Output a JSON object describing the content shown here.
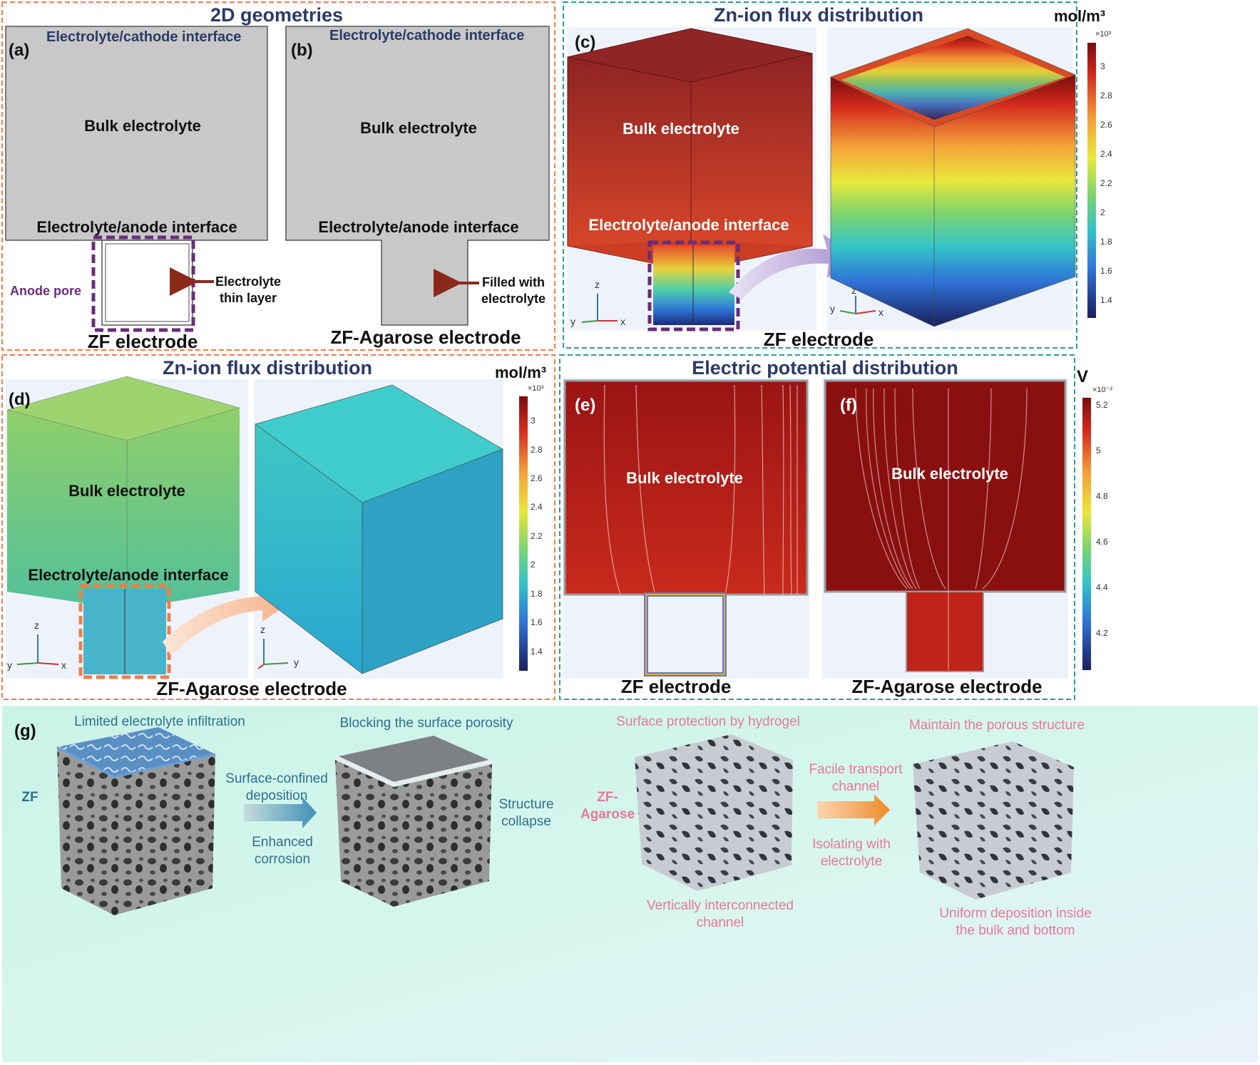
{
  "panel_ab": {
    "title": "2D geometries",
    "a": {
      "label": "(a)",
      "top_interface": "Electrolyte/cathode interface",
      "bulk": "Bulk electrolyte",
      "bottom_interface": "Electrolyte/anode interface",
      "pore_label": "Anode pore",
      "arrow_label_line1": "Electrolyte",
      "arrow_label_line2": "thin layer",
      "caption": "ZF electrode"
    },
    "b": {
      "label": "(b)",
      "top_interface": "Electrolyte/cathode interface",
      "bulk": "Bulk electrolyte",
      "bottom_interface": "Electrolyte/anode interface",
      "arrow_label_line1": "Filled with",
      "arrow_label_line2": "electrolyte",
      "caption": "ZF-Agarose electrode"
    }
  },
  "panel_c": {
    "title": "Zn-ion flux distribution",
    "label": "(c)",
    "bulk": "Bulk electrolyte",
    "interface": "Electrolyte/anode interface",
    "caption": "ZF electrode",
    "unit": "mol/m³",
    "scale_exp": "×10³",
    "ticks": [
      "3",
      "2.8",
      "2.6",
      "2.4",
      "2.2",
      "2",
      "1.8",
      "1.6",
      "1.4"
    ],
    "axes_a": [
      "z",
      "y",
      "x"
    ],
    "axes_b": [
      "z",
      "y",
      "x"
    ]
  },
  "panel_d": {
    "title": "Zn-ion flux distribution",
    "label": "(d)",
    "bulk": "Bulk electrolyte",
    "interface": "Electrolyte/anode interface",
    "caption": "ZF-Agarose electrode",
    "unit": "mol/m³",
    "scale_exp": "×10³",
    "ticks": [
      "3",
      "2.8",
      "2.6",
      "2.4",
      "2.2",
      "2",
      "1.8",
      "1.6",
      "1.4"
    ],
    "axes_a": [
      "z",
      "y",
      "x"
    ],
    "axes_b": [
      "z",
      "y"
    ]
  },
  "panel_ef": {
    "title": "Electric potential distribution",
    "e_label": "(e)",
    "f_label": "(f)",
    "e_bulk": "Bulk electrolyte",
    "f_bulk": "Bulk electrolyte",
    "e_caption": "ZF electrode",
    "f_caption": "ZF-Agarose electrode",
    "unit": "V",
    "scale_exp": "×10⁻²",
    "ticks": [
      "5.2",
      "5",
      "4.8",
      "4.6",
      "4.4",
      "4.2"
    ]
  },
  "panel_g": {
    "label": "(g)",
    "zf": "ZF",
    "zf_agarose_line1": "ZF-",
    "zf_agarose_line2": "Agarose",
    "limited": "Limited electrolyte infiltration",
    "surface_confined_1": "Surface-confined",
    "surface_confined_2": "deposition",
    "enhanced_1": "Enhanced",
    "enhanced_2": "corrosion",
    "blocking": "Blocking the surface porosity",
    "collapse_1": "Structure",
    "collapse_2": "collapse",
    "protection": "Surface protection by hydrogel",
    "vertical_1": "Vertically interconnected",
    "vertical_2": "channel",
    "facile_1": "Facile transport",
    "facile_2": "channel",
    "isolating_1": "Isolating with",
    "isolating_2": "electrolyte",
    "maintain": "Maintain the porous structure",
    "uniform_1": "Uniform deposition inside",
    "uniform_2": "the bulk and bottom"
  },
  "colors": {
    "orange_frame": "#ee7d4a",
    "teal_frame": "#2a9d8f",
    "title_navy": "#2b3a67",
    "purple": "#6a2c7a",
    "pink_text": "#e8789a",
    "teal_text": "#2f6f8f"
  }
}
